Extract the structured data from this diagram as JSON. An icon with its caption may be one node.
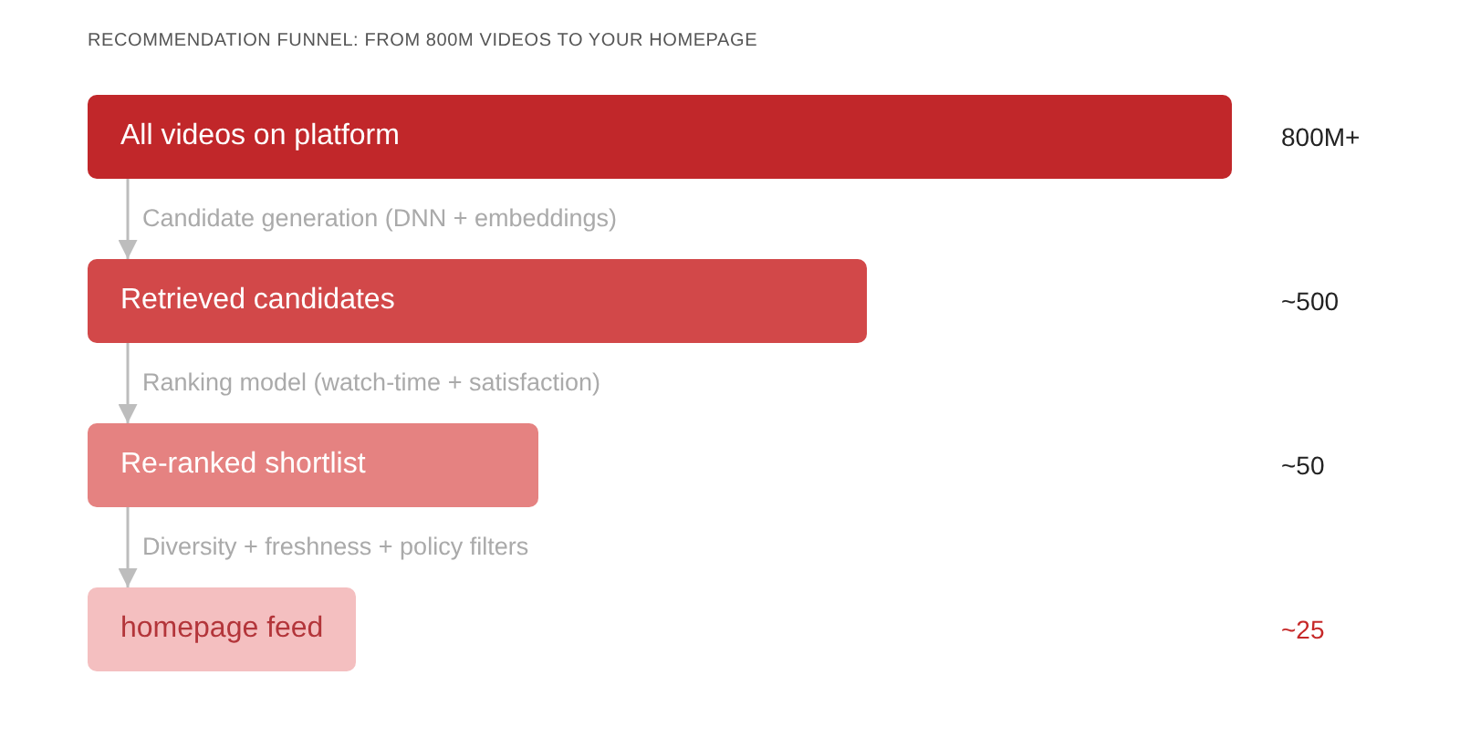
{
  "diagram": {
    "title": "RECOMMENDATION FUNNEL: FROM 800M VIDEOS TO YOUR HOMEPAGE",
    "nodes": [
      {
        "text": [
          "All videos on platform"
        ]
      },
      {
        "text": [
          "Retrieved candidates"
        ]
      },
      {
        "text": [
          "Re-ranked shortlist"
        ]
      },
      {
        "text": [
          "homepage feed"
        ]
      }
    ],
    "edges": [
      {
        "from": 0,
        "to": 1,
        "arrow": "to",
        "label": "Candidate generation (DNN + embeddings)"
      },
      {
        "from": 1,
        "to": 2,
        "arrow": "to",
        "label": "Ranking model (watch-time + satisfaction)"
      },
      {
        "from": 2,
        "to": 3,
        "arrow": "to",
        "label": "Diversity + freshness + policy filters"
      }
    ],
    "labels": [
      "800M+",
      "~500",
      "~50",
      "~25"
    ]
  }
}
